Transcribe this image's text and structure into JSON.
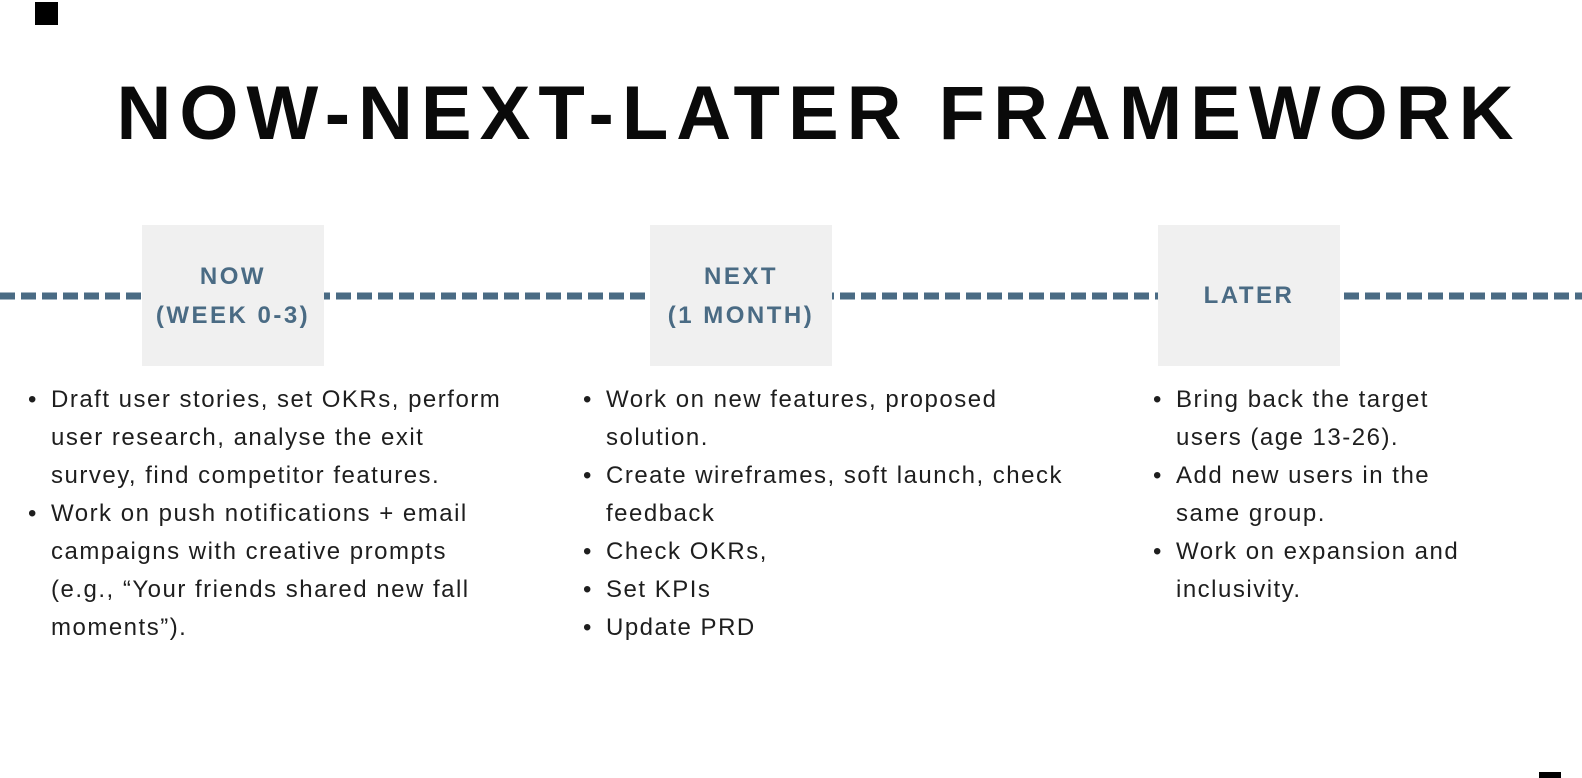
{
  "title": {
    "text": "NOW-NEXT-LATER FRAMEWORK",
    "color": "#0a0a0a"
  },
  "decor": {
    "top_left_square": "black-square",
    "bottom_right_square": "black-square",
    "square_color": "#000000"
  },
  "timeline": {
    "dash_color": "#4a6b84",
    "style": "dashed-horizontal-line"
  },
  "colors": {
    "accent_slate": "#4a6b84",
    "milestone_box_bg": "#f0f0f0",
    "body_text": "#1e1e1e",
    "background": "#ffffff"
  },
  "columns": [
    {
      "id": "now",
      "label_line1": "NOW",
      "label_line2": "(WEEK 0-3)",
      "bullets": [
        "Draft user stories, set OKRs, perform user research, analyse the exit survey, find competitor features.",
        "Work on push notifications + email campaigns with creative prompts (e.g., “Your friends shared new fall moments”)."
      ]
    },
    {
      "id": "next",
      "label_line1": "NEXT",
      "label_line2": "(1 MONTH)",
      "bullets": [
        "Work on new features, proposed solution.",
        "Create wireframes, soft launch, check feedback",
        "Check OKRs,",
        "Set KPIs",
        "Update PRD"
      ]
    },
    {
      "id": "later",
      "label_line1": "LATER",
      "label_line2": "",
      "bullets": [
        "Bring back the target users (age 13-26).",
        "Add new users in the same group.",
        "Work on expansion and inclusivity."
      ]
    }
  ]
}
